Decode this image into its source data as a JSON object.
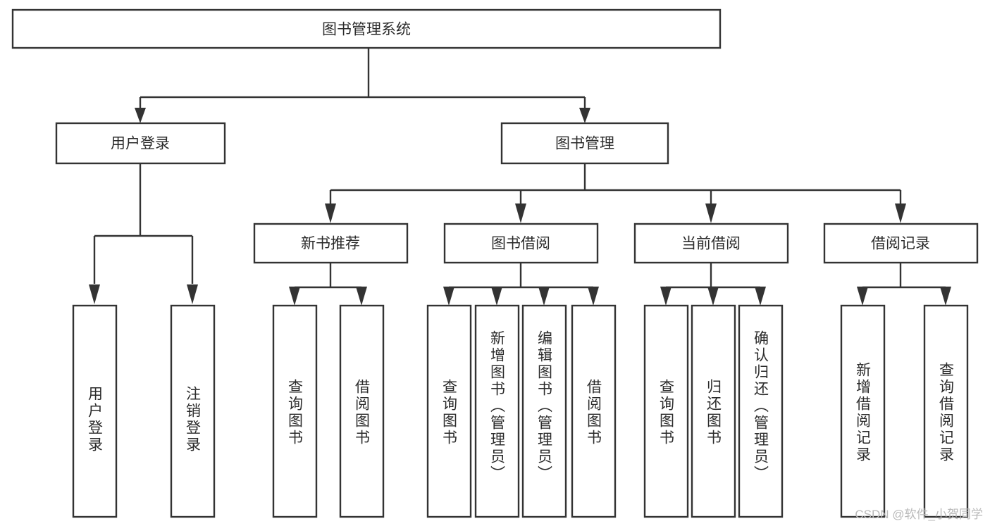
{
  "diagram": {
    "type": "tree-hierarchy",
    "title": "图书管理系统",
    "watermark": "CSDN @软件_小贺同学",
    "colors": {
      "stroke": "#333333",
      "fill": "#ffffff",
      "text": "#2b2b2b",
      "watermark": "#b9b9b9",
      "background": "#ffffff"
    },
    "root": {
      "label": "图书管理系统",
      "orientation": "horizontal"
    },
    "level2": [
      {
        "label": "用户登录",
        "orientation": "horizontal"
      },
      {
        "label": "图书管理",
        "orientation": "horizontal"
      }
    ],
    "level3": [
      {
        "label": "新书推荐",
        "orientation": "horizontal",
        "parent": "图书管理"
      },
      {
        "label": "图书借阅",
        "orientation": "horizontal",
        "parent": "图书管理"
      },
      {
        "label": "当前借阅",
        "orientation": "horizontal",
        "parent": "图书管理"
      },
      {
        "label": "借阅记录",
        "orientation": "horizontal",
        "parent": "图书管理"
      }
    ],
    "leaves": {
      "用户登录": [
        {
          "label": "用户登录",
          "orientation": "vertical"
        },
        {
          "label": "注销登录",
          "orientation": "vertical"
        }
      ],
      "新书推荐": [
        {
          "label": "查询图书",
          "orientation": "vertical"
        },
        {
          "label": "借阅图书",
          "orientation": "vertical"
        }
      ],
      "图书借阅": [
        {
          "label": "查询图书",
          "orientation": "vertical"
        },
        {
          "label": "新增图书（管理员）",
          "orientation": "vertical"
        },
        {
          "label": "编辑图书（管理员）",
          "orientation": "vertical"
        },
        {
          "label": "借阅图书",
          "orientation": "vertical"
        }
      ],
      "当前借阅": [
        {
          "label": "查询图书",
          "orientation": "vertical"
        },
        {
          "label": "归还图书",
          "orientation": "vertical"
        },
        {
          "label": "确认归还（管理员）",
          "orientation": "vertical"
        }
      ],
      "借阅记录": [
        {
          "label": "新增借阅记录",
          "orientation": "vertical"
        },
        {
          "label": "查询借阅记录",
          "orientation": "vertical"
        }
      ]
    },
    "labels": {
      "root": "图书管理系统",
      "n_user_login": "用户登录",
      "n_book_mgmt": "图书管理",
      "n_new_book_rec": "新书推荐",
      "n_book_borrow": "图书借阅",
      "n_current_borrow": "当前借阅",
      "n_borrow_record": "借阅记录",
      "l_user_login": "用户登录",
      "l_logout": "注销登录",
      "l_query_book_a": "查询图书",
      "l_borrow_book_a": "借阅图书",
      "l_query_book_b": "查询图书",
      "l_add_book": "新增图书（管理员）",
      "l_edit_book": "编辑图书（管理员）",
      "l_borrow_book_b": "借阅图书",
      "l_query_book_c": "查询图书",
      "l_return_book": "归还图书",
      "l_confirm_return": "确认归还（管理员）",
      "l_add_record": "新增借阅记录",
      "l_query_record": "查询借阅记录"
    }
  }
}
